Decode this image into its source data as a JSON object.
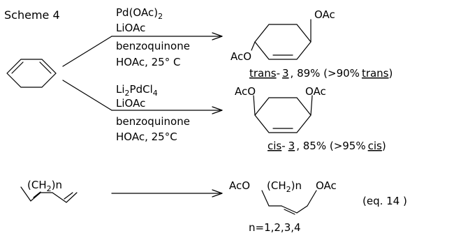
{
  "scheme_label": "Scheme 4",
  "reaction_trans": {
    "reagents": [
      "Pd(OAc)",
      "LiOAc",
      "benzoquinone",
      "HOAc, 25° C"
    ],
    "pd_subscript": "2",
    "product_substituent_top": "OAc",
    "product_substituent_bottom": "AcO",
    "product_label_underlined": "trans",
    "product_label_dash": "-",
    "product_number": "3",
    "yield_text": ", 89% (>90%",
    "selectivity_underlined": "trans",
    "close_paren": ")"
  },
  "reaction_cis": {
    "reagent_li": "Li",
    "reagent_li_sub": "2",
    "reagent_pdcl": "PdCl",
    "reagent_pdcl_sub": "4",
    "reagents": [
      "LiOAc",
      "benzoquinone",
      "HOAc, 25°C"
    ],
    "product_substituent_left": "AcO",
    "product_substituent_right": "OAc",
    "product_label_underlined": "cis",
    "product_label_dash": "-",
    "product_number": "3",
    "yield_text": ", 85% (>95%",
    "selectivity_underlined": "cis",
    "close_paren": ")"
  },
  "reaction_general": {
    "reactant_ring_label": "(CH",
    "reactant_ring_sub": "2",
    "reactant_ring_n": ")n",
    "product_left": "AcO",
    "product_chain": "(CH",
    "product_chain_sub": "2",
    "product_chain_n": ")n",
    "product_right": "OAc",
    "equation_label": "(eq. 14 )",
    "n_values": "n=1,2,3,4"
  }
}
